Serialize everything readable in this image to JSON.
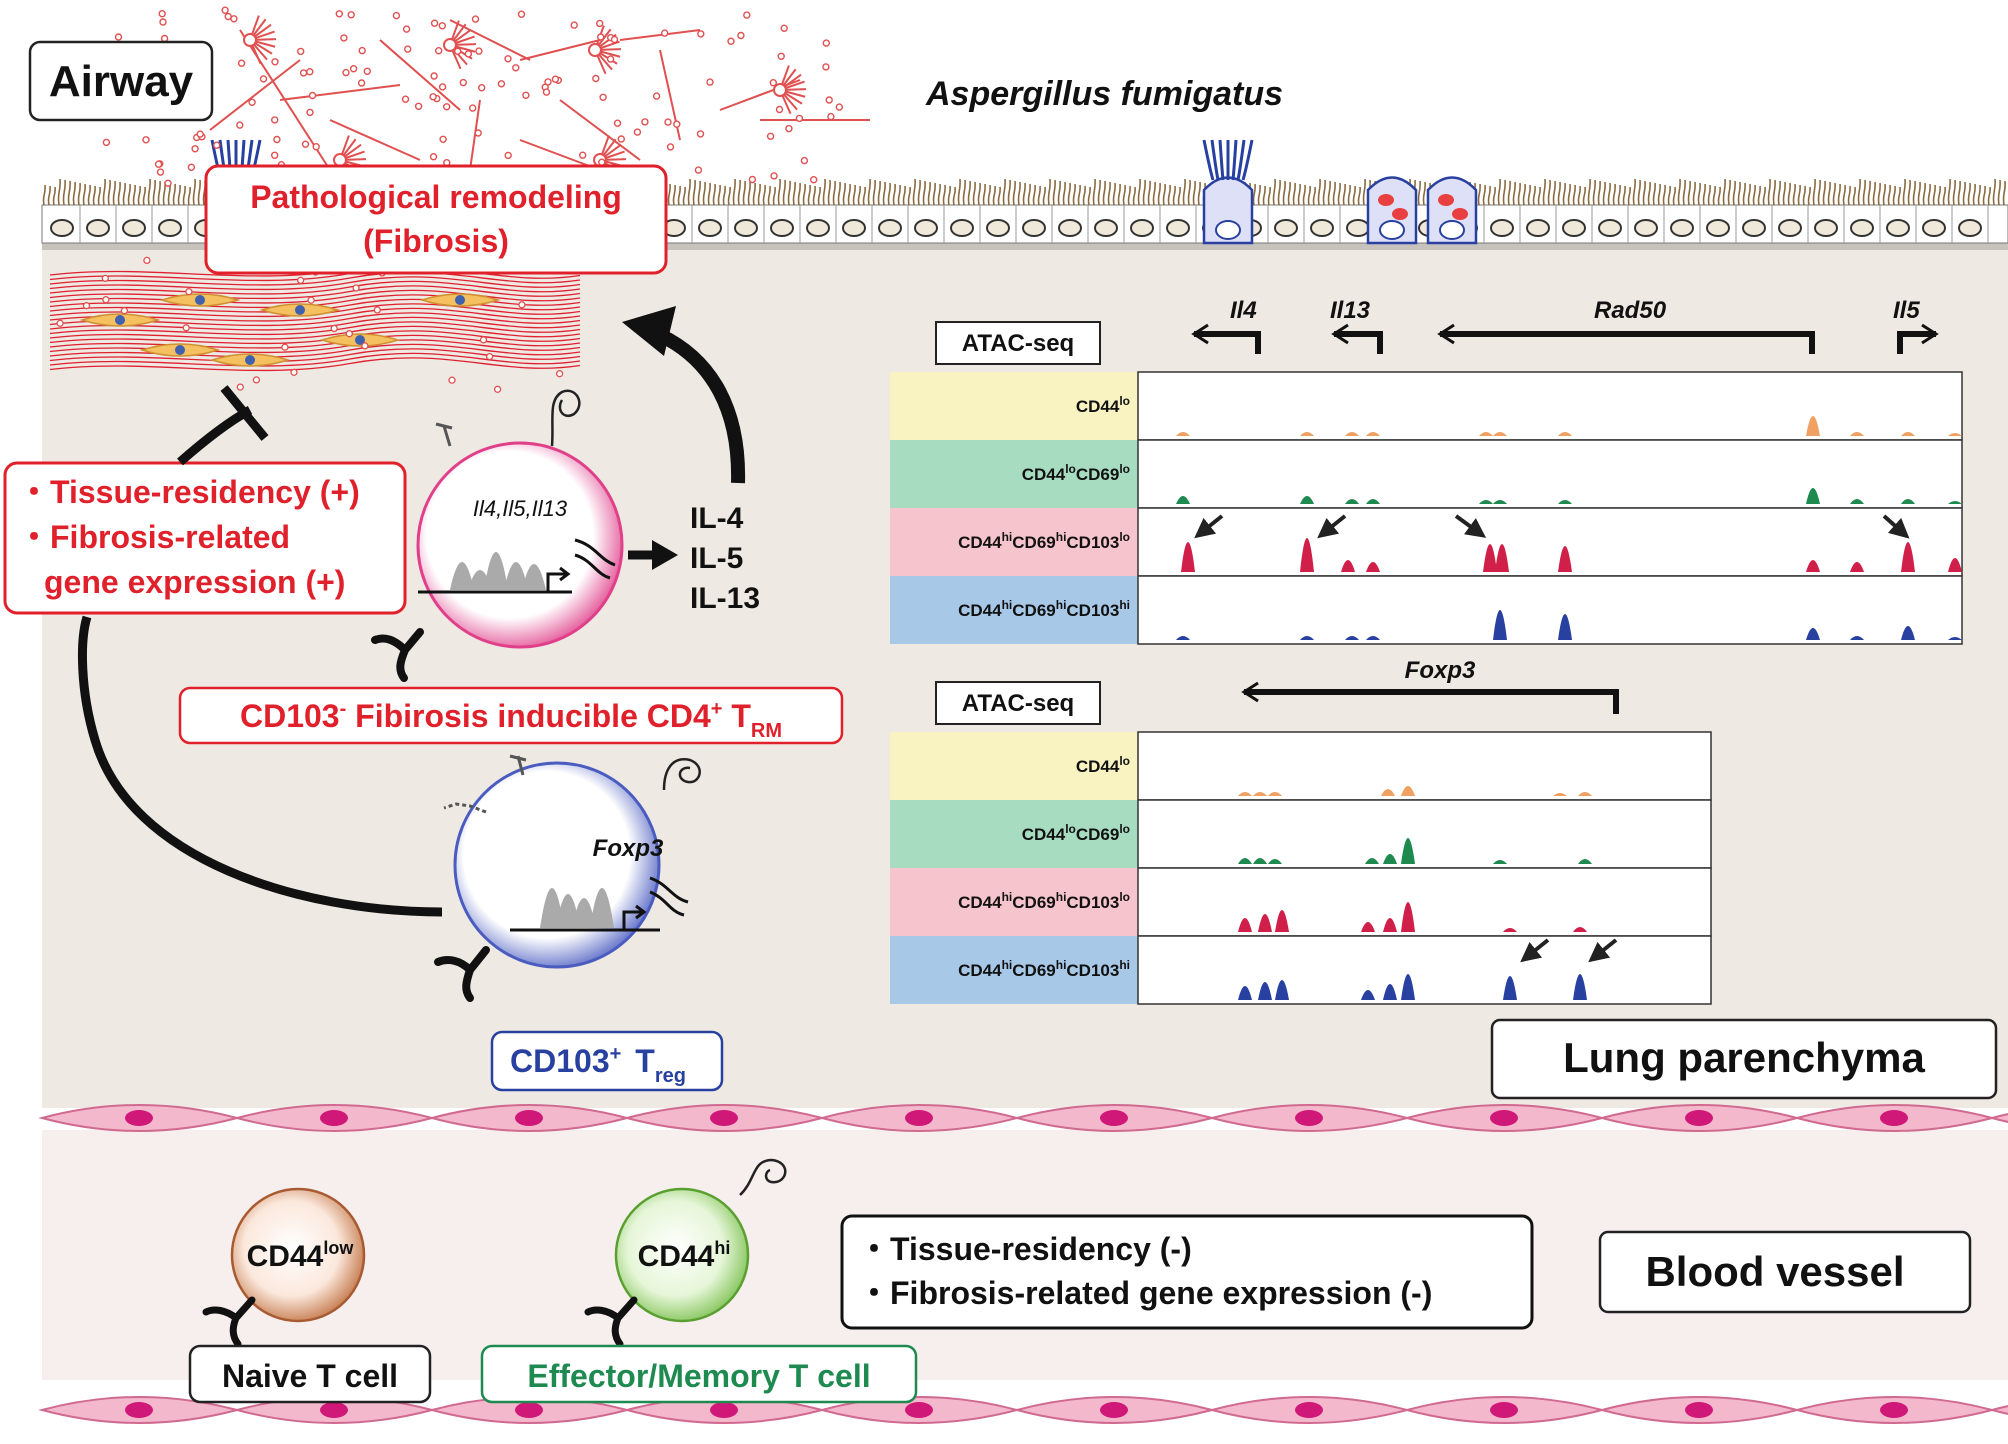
{
  "colors": {
    "red": "#e0202a",
    "blue": "#2840a0",
    "green": "#1e8a50",
    "tissue": "#efe9e3",
    "vessel": "#f7eeee",
    "cilia": "#8a6a40",
    "lane_yellow": "#f8f3c0",
    "lane_green": "#a8dcc0",
    "lane_pink": "#f6c4cc",
    "lane_blue": "#a8c8e8"
  },
  "airway": {
    "label": "Airway",
    "pathogen": "Aspergillus fumigatus"
  },
  "remodeling": {
    "line1": "Pathological remodeling",
    "line2": "(Fibrosis)"
  },
  "trm_properties": {
    "line1": "・Tissue-residency (+)",
    "line2": "・Fibrosis-related",
    "line3": "gene expression (+)"
  },
  "trm_cell": {
    "genes": "Il4,Il5,Il13",
    "label_prefix": "CD103",
    "label_sup": "-",
    "label_mid": " Fibirosis inducible CD4",
    "label_sup2": "+",
    "label_t": " T",
    "label_sub": "RM"
  },
  "cytokines": [
    "IL-4",
    "IL-5",
    "IL-13"
  ],
  "treg_cell": {
    "gene": "Foxp3",
    "label_prefix": "CD103",
    "label_sup": "+",
    "label_t": "T",
    "label_sub": "reg"
  },
  "atac1": {
    "title": "ATAC-seq",
    "genes": [
      "Il4",
      "Il13",
      "Rad50",
      "Il5"
    ],
    "tracks": [
      {
        "base": "CD44",
        "s1": "lo",
        "m1": "",
        "s2": "",
        "m2": "",
        "s3": "",
        "color": "#f0a060",
        "lane": "#f8f3c0"
      },
      {
        "base": "CD44",
        "s1": "lo",
        "m1": "CD69",
        "s2": "lo",
        "m2": "",
        "s3": "",
        "color": "#1e8a50",
        "lane": "#a8dcc0"
      },
      {
        "base": "CD44",
        "s1": "hi",
        "m1": "CD69",
        "s2": "hi",
        "m2": "CD103",
        "s3": "lo",
        "color": "#d0204a",
        "lane": "#f6c4cc"
      },
      {
        "base": "CD44",
        "s1": "hi",
        "m1": "CD69",
        "s2": "hi",
        "m2": "CD103",
        "s3": "hi",
        "color": "#2840a0",
        "lane": "#a8c8e8"
      }
    ]
  },
  "atac2": {
    "title": "ATAC-seq",
    "gene": "Foxp3",
    "tracks": [
      {
        "base": "CD44",
        "s1": "lo",
        "m1": "",
        "s2": "",
        "m2": "",
        "s3": "",
        "color": "#f0a060",
        "lane": "#f8f3c0"
      },
      {
        "base": "CD44",
        "s1": "lo",
        "m1": "CD69",
        "s2": "lo",
        "m2": "",
        "s3": "",
        "color": "#1e8a50",
        "lane": "#a8dcc0"
      },
      {
        "base": "CD44",
        "s1": "hi",
        "m1": "CD69",
        "s2": "hi",
        "m2": "CD103",
        "s3": "lo",
        "color": "#d0204a",
        "lane": "#f6c4cc"
      },
      {
        "base": "CD44",
        "s1": "hi",
        "m1": "CD69",
        "s2": "hi",
        "m2": "CD103",
        "s3": "hi",
        "color": "#2840a0",
        "lane": "#a8c8e8"
      }
    ]
  },
  "lung_label": "Lung parenchyma",
  "blood_label": "Blood vessel",
  "naive": {
    "cd": "CD44",
    "sup": "low",
    "label": "Naive T cell"
  },
  "effector": {
    "cd": "CD44",
    "sup": "hi",
    "label": "Effector/Memory T cell"
  },
  "blood_props": {
    "line1": "・Tissue-residency (-)",
    "line2": "・Fibrosis-related gene expression (-)"
  }
}
